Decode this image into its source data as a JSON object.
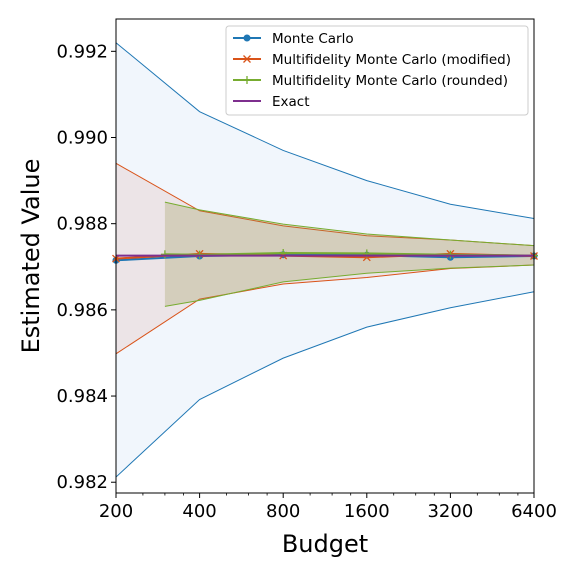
{
  "chart_data": {
    "type": "line",
    "xlabel": "Budget",
    "ylabel": "Estimated Value",
    "xscale": "log2",
    "xlim": [
      200,
      6400
    ],
    "ylim": [
      0.98175,
      0.99275
    ],
    "x_ticks": [
      200,
      400,
      800,
      1600,
      3200,
      6400
    ],
    "x_tick_labels": [
      "200",
      "400",
      "800",
      "1600",
      "3200",
      "6400"
    ],
    "y_ticks": [
      0.982,
      0.984,
      0.986,
      0.988,
      0.99,
      0.992
    ],
    "y_tick_labels": [
      "0.982",
      "0.984",
      "0.986",
      "0.988",
      "0.990",
      "0.992"
    ],
    "grid": false,
    "legend_position": "top-right",
    "series": [
      {
        "name": "Monte Carlo",
        "color": "#1f77b4",
        "marker": "circle",
        "band_fill": "rgba(100,160,220,0.09)",
        "x": [
          200,
          400,
          800,
          1600,
          3200,
          6400
        ],
        "y": [
          0.98715,
          0.98725,
          0.98728,
          0.98727,
          0.98722,
          0.98725
        ],
        "upper": [
          0.9922,
          0.9906,
          0.9897,
          0.989,
          0.98845,
          0.98812
        ],
        "lower": [
          0.98212,
          0.98392,
          0.98488,
          0.9856,
          0.98605,
          0.98642
        ]
      },
      {
        "name": "Multifidelity Monte Carlo (modified)",
        "color": "#d95319",
        "marker": "x",
        "band_fill": "rgba(210,110,90,0.13)",
        "x": [
          200,
          400,
          800,
          1600,
          3200,
          6400
        ],
        "y": [
          0.98719,
          0.9873,
          0.98726,
          0.98722,
          0.9873,
          0.98725
        ],
        "upper": [
          0.9894,
          0.9883,
          0.98795,
          0.98772,
          0.98762,
          0.98749
        ],
        "lower": [
          0.98498,
          0.98625,
          0.9866,
          0.98675,
          0.98696,
          0.98704
        ]
      },
      {
        "name": "Multifidelity Monte Carlo (rounded)",
        "color": "#77ac30",
        "marker": "plus",
        "band_fill": "rgba(150,150,80,0.28)",
        "x": [
          300,
          400,
          800,
          1600,
          3200,
          6400
        ],
        "y": [
          0.98729,
          0.98728,
          0.98732,
          0.98731,
          0.98728,
          0.98726
        ],
        "upper": [
          0.9885,
          0.98832,
          0.98799,
          0.98776,
          0.98762,
          0.98749
        ],
        "lower": [
          0.98608,
          0.98622,
          0.98665,
          0.98685,
          0.98697,
          0.98704
        ]
      },
      {
        "name": "Exact",
        "color": "#7e2f8e",
        "marker": "none",
        "x": [
          200,
          6400
        ],
        "y": [
          0.98726,
          0.98726
        ]
      }
    ]
  }
}
